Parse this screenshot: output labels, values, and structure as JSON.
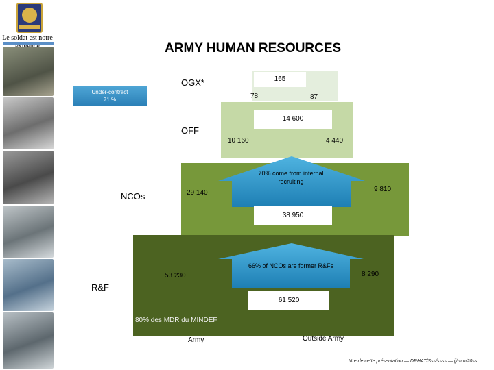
{
  "header": {
    "slogan": "Le soldat est notre exigence",
    "title": "ARMY HUMAN RESOURCES"
  },
  "diagram": {
    "ogx": {
      "label": "OGX*",
      "total": "165",
      "left": "78",
      "right": "87"
    },
    "under_contract": {
      "line1": "Under-contract",
      "line2": "71 %"
    },
    "off": {
      "label": "OFF",
      "total": "14 600",
      "left": "10 160",
      "right": "4 440"
    },
    "ncos": {
      "label": "NCOs",
      "total": "38 950",
      "left": "29 140",
      "right": "9 810",
      "arrow_text": "70% come from internal recruiting"
    },
    "rf": {
      "label": "R&F",
      "total": "61 520",
      "left": "53 230",
      "right": "8 290",
      "arrow_text": "66% of NCOs are former R&Fs",
      "note": "80% des MDR du MINDEF"
    },
    "bottom": {
      "left": "Army",
      "right": "Outside Army"
    }
  },
  "footer": {
    "text": "titre de cette présentation — DRHAT/Sss/ssss — jj/mm/20ss"
  },
  "colors": {
    "ogx_band": "#e4eedd",
    "off_band": "#c5d9a6",
    "nco_band": "#77983a",
    "rf_band": "#4c6321",
    "arrow": "#2c93c6",
    "divider": "#b02020"
  }
}
